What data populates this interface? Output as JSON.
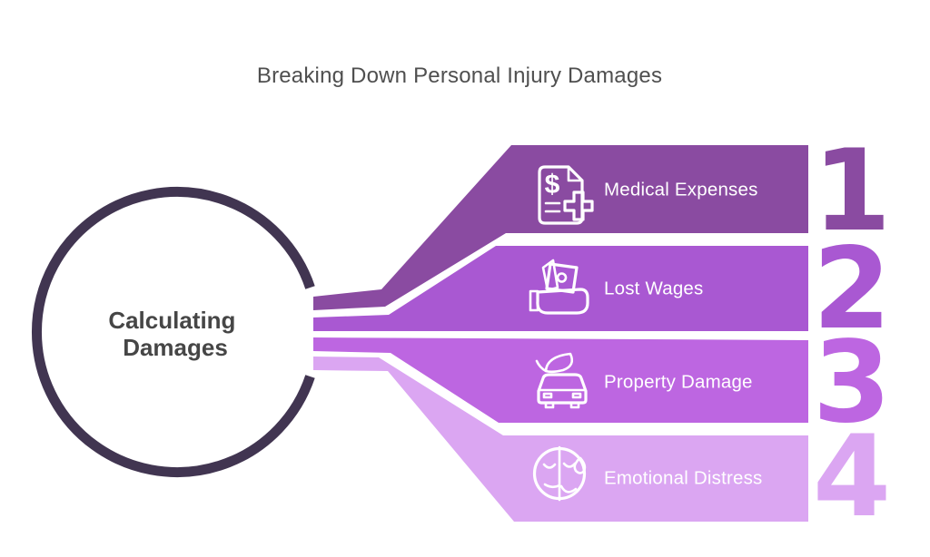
{
  "title": "Breaking Down Personal Injury Damages",
  "center_label": {
    "line1": "Calculating",
    "line2": "Damages"
  },
  "items": [
    {
      "number": "1",
      "label": "Medical Expenses",
      "color": "#8a4ba1",
      "icon": "medical-bill-icon"
    },
    {
      "number": "2",
      "label": "Lost Wages",
      "color": "#a958d2",
      "icon": "money-hand-icon"
    },
    {
      "number": "3",
      "label": "Property Damage",
      "color": "#bd66e1",
      "icon": "car-leaf-icon"
    },
    {
      "number": "4",
      "label": "Emotional Distress",
      "color": "#dba6f2",
      "icon": "sad-face-icon"
    }
  ],
  "glyphs": {
    "dollar": "$"
  },
  "colors": {
    "background": "#ffffff",
    "ring": "#413551",
    "title_text": "#4f4f4f",
    "center_text": "#464646",
    "item_label_text": "#ffffff",
    "number_outline": "#ffffff"
  }
}
